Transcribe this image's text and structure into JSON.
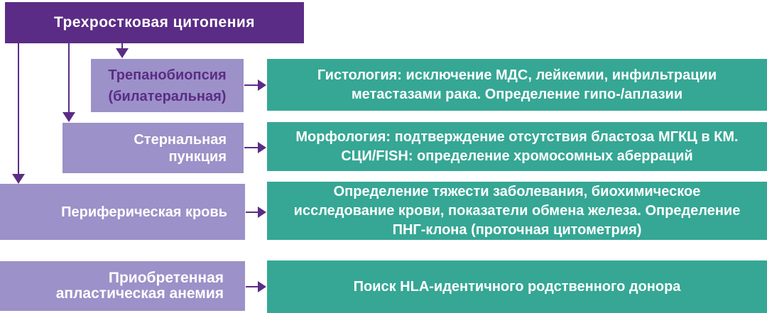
{
  "title": "Трехростковая  цитопения",
  "colors": {
    "header_bg": "#5b2c85",
    "left_box_bg": "#9c91c8",
    "right_box_bg": "#35a794",
    "arrow": "#5b2c85",
    "text_on_teal": "#ffffff",
    "text_on_purple_row1": "#5b2c85",
    "text_on_purple_other": "#ffffff"
  },
  "flow": {
    "rows": [
      {
        "left_label": "Трепанобиопсия\n(билатеральная)",
        "right_label": "Гистология: исключение МДС, лейкемии, инфильтрации\nметастазами рака.  Определение гипо-/аплазии"
      },
      {
        "left_label": "Стернальная\nпункция",
        "right_label": "Морфология: подтверждение отсутствия бластоза МГКЦ в КМ.\nСЦИ/FISH: определение хромосомных аберраций"
      },
      {
        "left_label": "Периферическая кровь",
        "right_label": "Определение тяжести заболевания, биохимическое\nисследование крови,  показатели обмена железа. Определение\nПНГ-клона (проточная цитометрия)"
      },
      {
        "left_label": "Приобретенная\nапластическая анемия",
        "right_label": "Поиск HLA-идентичного родственного донора"
      }
    ]
  }
}
